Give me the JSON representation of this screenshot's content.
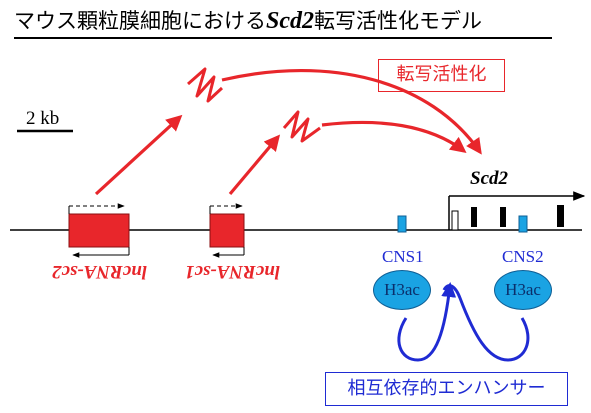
{
  "title": {
    "prefix": "マウス顆粒膜細胞における",
    "gene": "Scd2",
    "suffix": "転写活性化モデル"
  },
  "transcription_activation_label": "転写活性化",
  "scale_bar_label": "2 kb",
  "gene_label": "Scd2",
  "lncrnas": [
    {
      "label": "lncRNA-sc2"
    },
    {
      "label": "lncRNA-sc1"
    }
  ],
  "enhancers": [
    {
      "label": "CNS1",
      "mark": "H3ac"
    },
    {
      "label": "CNS2",
      "mark": "H3ac"
    }
  ],
  "interdependent_enhancer_label": "相互依存的エンハンサー",
  "colors": {
    "lncrna": "#e8262b",
    "arrows_red": "#e8262b",
    "enhancer_box": "#1aa3e3",
    "enhancer_text": "#1f2bd3",
    "loop_arrows": "#1f2bd3",
    "exon": "#000000"
  }
}
